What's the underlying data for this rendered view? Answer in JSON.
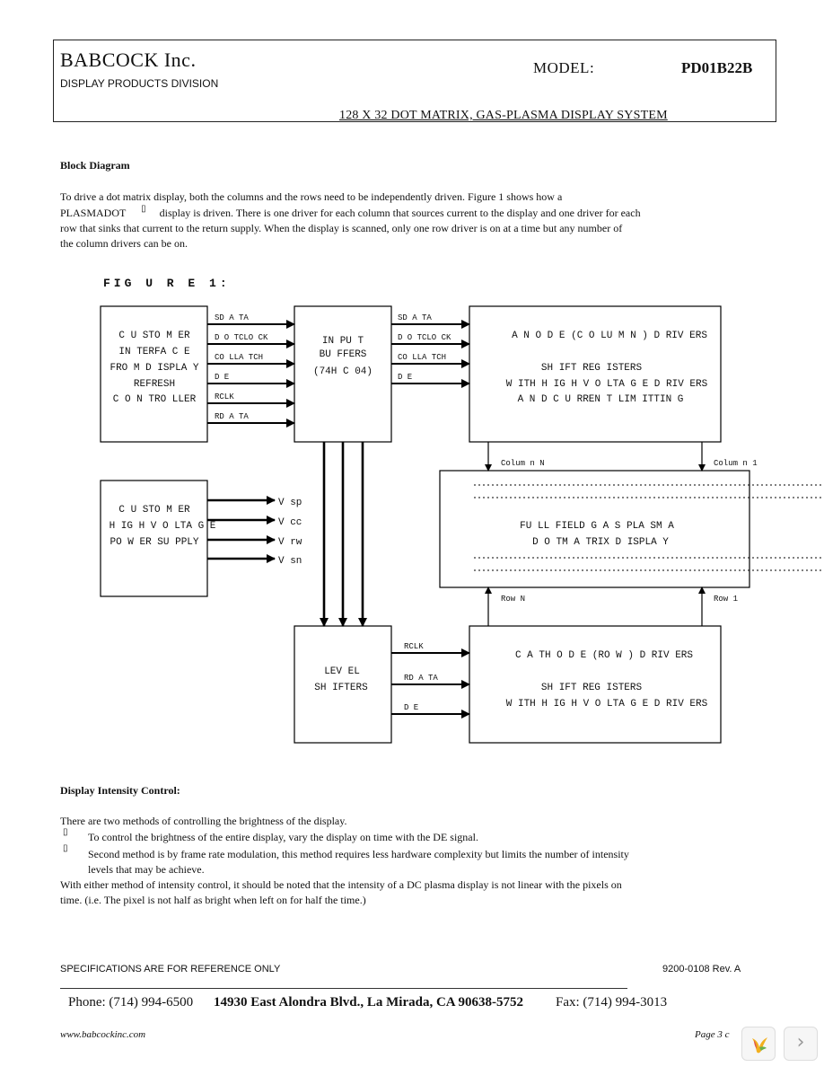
{
  "header": {
    "company": "BABCOCK Inc.",
    "division": "DISPLAY PRODUCTS DIVISION",
    "model_label": "MODEL:",
    "model_value": "PD01B22B",
    "subtitle": "128 X 32 DOT MATRIX, GAS-PLASMA DISPLAY SYSTEM"
  },
  "block_diagram": {
    "heading": "Block Diagram",
    "lines": [
      "To drive a dot matrix display, both the columns and the rows need to be independently driven. Figure 1 shows how a",
      "display is driven. There is one driver for each column that sources current to the display and one driver for each",
      "row that sinks that current to the return supply. When the display is scanned, only one row driver is on at a time but any number of",
      "the column drivers can be on."
    ],
    "plasmadot": "PLASMADOT",
    "tm_glyph": "▯"
  },
  "figure": {
    "title": "FIG U R E 1:",
    "customer_interface": [
      "C U STO M ER",
      "IN TERFA C E",
      "FRO M  D ISPLA Y",
      "REFRESH",
      "C O N TRO LLER"
    ],
    "customer_signals": [
      "SD A TA",
      "D O TCLO CK",
      "CO LLA TCH",
      "D E",
      "RCLK",
      "RD A TA"
    ],
    "input_buffers": [
      "IN PU T",
      "BU FFERS",
      "(74H C 04)"
    ],
    "anode_signals": [
      "SD A TA",
      "D O TCLO CK",
      "CO LLA TCH",
      "D E"
    ],
    "anode_drivers": [
      "A N O D E (C O LU M N ) D RIV ERS",
      "SH IFT REG ISTERS",
      "W ITH  H IG H  V O LTA G E D RIV ERS",
      "A N D  C U RREN T LIM ITTIN G"
    ],
    "column_n": "Colum n N",
    "column_1": "Colum n 1",
    "display_panel": [
      "FU LL FIELD  G A S PLA SM A",
      "D O TM A TRIX  D ISPLA Y"
    ],
    "row_n": "Row  N",
    "row_1": "Row  1",
    "power_supply": [
      "C U STO M ER",
      "H IG H  V O LTA G E",
      "PO W ER SU PPLY"
    ],
    "voltages": [
      "V sp",
      "V cc",
      "V rw",
      "V sn"
    ],
    "level_shifters": [
      "LEV EL",
      "SH IFTERS"
    ],
    "cathode_signals": [
      "RCLK",
      "RD A TA",
      "D E"
    ],
    "cathode_drivers": [
      "C A TH O D E (RO W ) D RIV ERS",
      "SH IFT REG ISTERS",
      "W ITH  H IG H  V O LTA G E D RIV ERS"
    ]
  },
  "intensity": {
    "heading": "Display Intensity Control:",
    "intro": "There are two methods of controlling the brightness of the display.",
    "bullet_glyph": "▯",
    "bullet1": "To control the brightness of the entire display, vary the display on time with the DE signal.",
    "bullet2_line1": "Second method is by frame rate modulation, this method requires less hardware complexity but limits the number of intensity",
    "bullet2_line2": "levels that may be achieve.",
    "closing_line1": "With either method of intensity control, it should be noted that the intensity of a DC plasma display is not linear with the pixels on",
    "closing_line2": "time. (i.e. The pixel is not half as bright when left on for half the time.)"
  },
  "footer": {
    "spec": "SPECIFICATIONS ARE FOR REFERENCE ONLY",
    "doc_number": "9200-0108   Rev. A",
    "phone": "Phone: (714) 994-6500",
    "address": "14930 East Alondra Blvd., La Mirada, CA 90638-5752",
    "fax": "Fax: (714) 994-3013",
    "website": "www.babcockinc.com",
    "page": "Page   3 c"
  },
  "viewer": {
    "logo_icon": "yellow-bird-logo",
    "next_icon": "chevron-right",
    "next_glyph": "›"
  }
}
